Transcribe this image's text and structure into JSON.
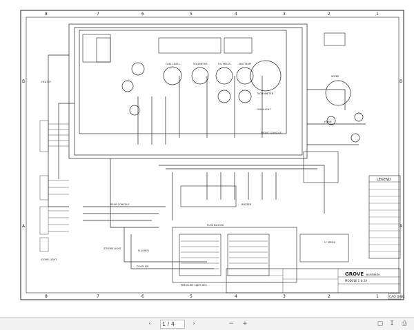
{
  "document": {
    "company": "GROVE",
    "company_sub": "worldwide",
    "stamp": "CAD DWG",
    "revision_note": "MODULE 1 & 2A",
    "column_labels": [
      "8",
      "7",
      "6",
      "5",
      "4",
      "3",
      "2",
      "1"
    ],
    "row_labels": [
      "B",
      "A"
    ],
    "labels": {
      "fuel_level": "FUEL LEVEL",
      "voltmeter": "VOLTMETER",
      "oil_press": "OIL PRESS",
      "eng_temp": "ENG TEMP",
      "tachometer": "TACHOMETER",
      "headlight": "HEADLIGHT",
      "front_console": "FRONT CONSOLE",
      "fuse_blocks": "FUSE BLOCKS",
      "legend": "LEGEND",
      "pressure_switches": "PRESSURE SWITCHES",
      "heater": "HEATER",
      "buzzer": "BUZZER",
      "horn": "HORN",
      "wiper": "WIPER",
      "dome_light": "DOME LIGHT",
      "strobe_light": "STROBE LIGHT",
      "flasher": "FLASHER",
      "door_sw": "DOOR SW",
      "rear_console": "REAR CONSOLE",
      "lt_speed": "LT SPEED"
    }
  },
  "toolbar": {
    "page_value": "1 / 4",
    "page_total": "",
    "icons": [
      "chevron-left-icon",
      "chevron-right-icon",
      "zoom-out-icon",
      "zoom-in-icon",
      "fit-page-icon",
      "download-icon",
      "print-icon"
    ]
  }
}
